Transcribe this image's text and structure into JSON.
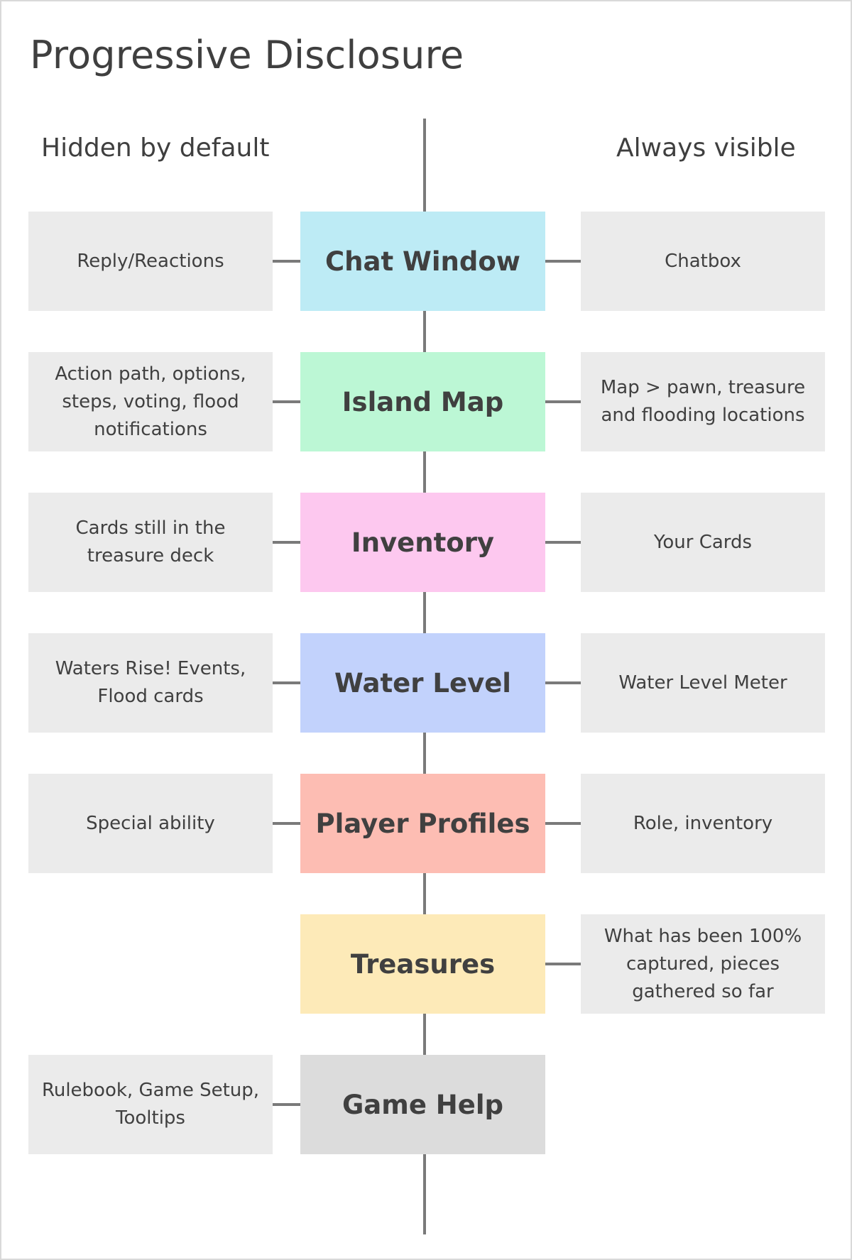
{
  "title": "Progressive Disclosure",
  "columns": {
    "left": "Hidden by default",
    "right": "Always visible"
  },
  "rows": [
    {
      "name": "Chat Window",
      "color": "#bdebf5",
      "hidden": "Reply/Reactions",
      "visible": "Chatbox"
    },
    {
      "name": "Island Map",
      "color": "#bcf7d5",
      "hidden": "Action path, options, steps, voting, flood notifications",
      "visible": "Map > pawn, treasure and flooding locations"
    },
    {
      "name": "Inventory",
      "color": "#fdc8ef",
      "hidden": "Cards still in the treasure deck",
      "visible": "Your Cards"
    },
    {
      "name": "Water Level",
      "color": "#c2d2fc",
      "hidden": "Waters Rise! Events, Flood cards",
      "visible": "Water Level Meter"
    },
    {
      "name": "Player Profiles",
      "color": "#fdbdb3",
      "hidden": "Special ability",
      "visible": "Role, inventory"
    },
    {
      "name": "Treasures",
      "color": "#fdeab8",
      "hidden": "",
      "visible": "What has been 100% captured, pieces gathered so far"
    },
    {
      "name": "Game Help",
      "color": "#dcdcdc",
      "hidden": "Rulebook, Game Setup, Tooltips",
      "visible": ""
    }
  ]
}
